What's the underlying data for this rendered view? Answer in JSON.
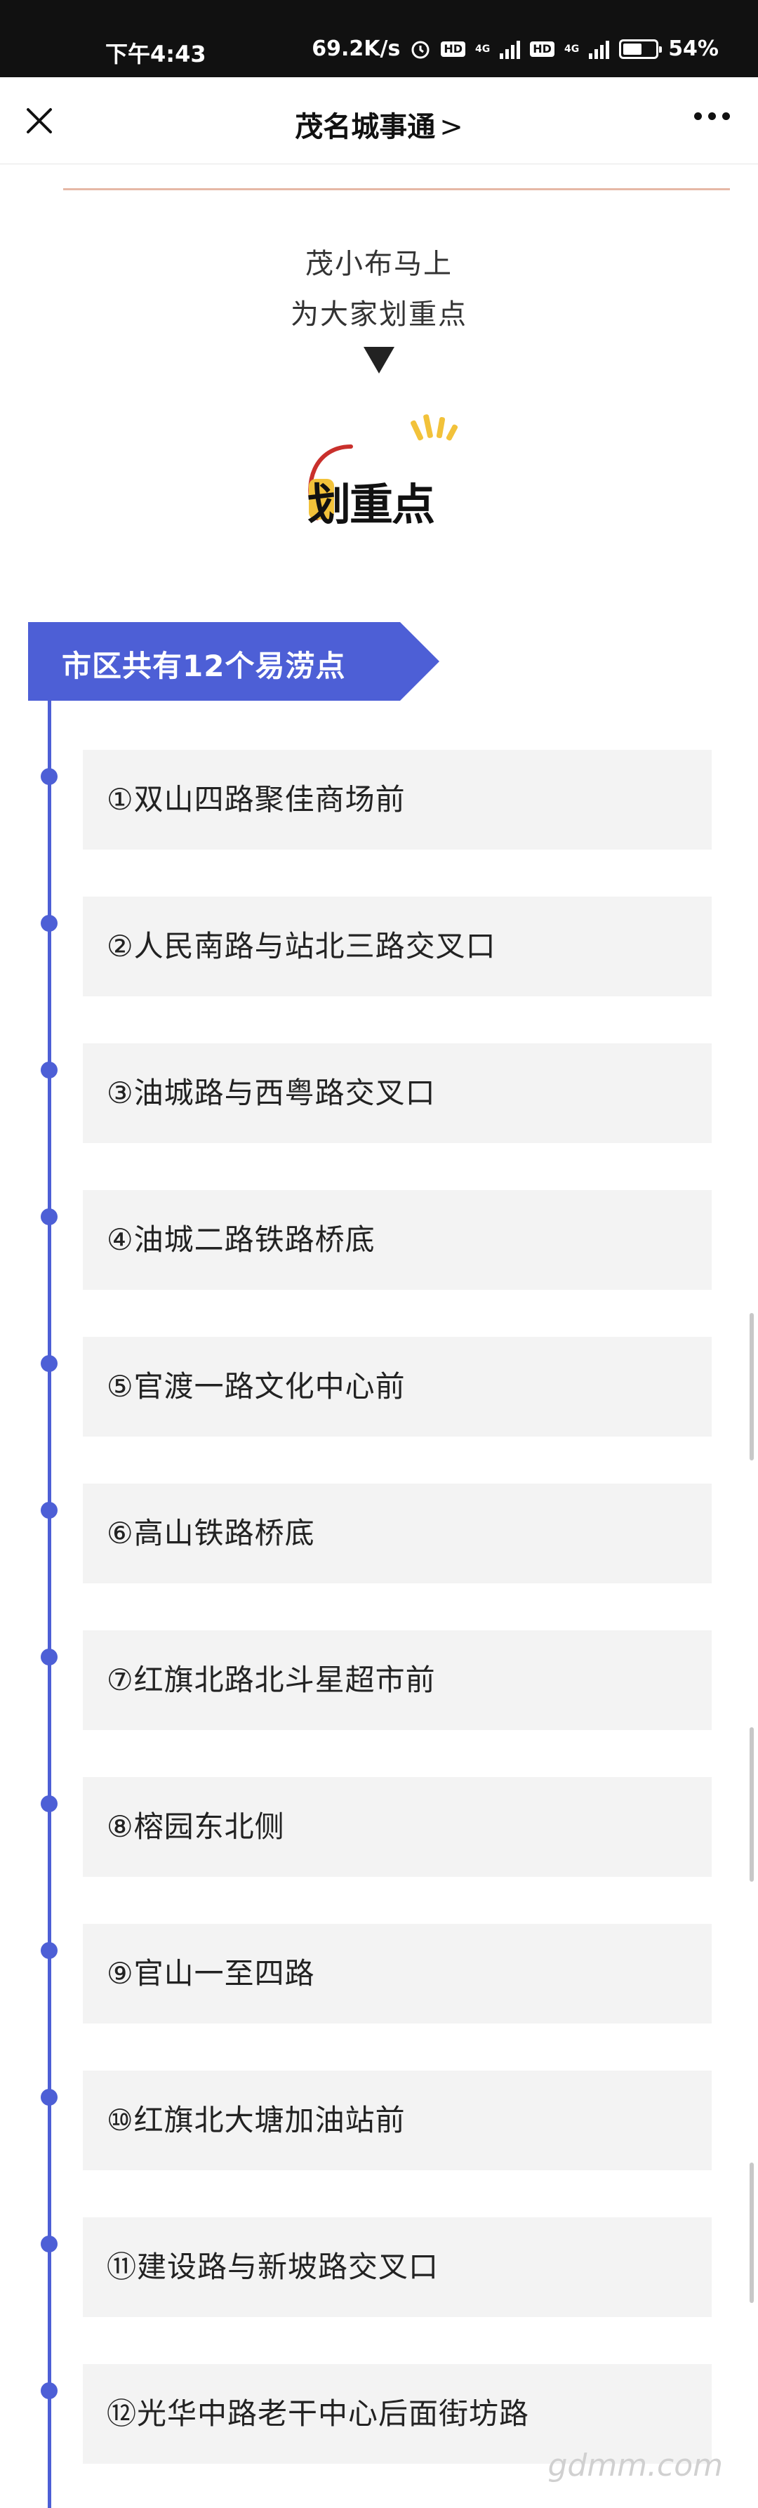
{
  "status_bar": {
    "time": "下午4:43",
    "net_speed": "69.2K/s",
    "network_1": "4G",
    "network_2": "4G",
    "hd_1": "HD",
    "hd_2": "HD",
    "battery": "54%"
  },
  "header": {
    "title": "茂名城事通",
    "title_chevron": ">",
    "close_icon": "close-icon",
    "more_icon": "more-icon"
  },
  "intro": {
    "line1": "茂小布马上",
    "line2": "为大家划重点",
    "stamp_text": "划重点"
  },
  "section": {
    "title": "市区共有12个易涝点",
    "accent_color": "#4d5fd6"
  },
  "locations": [
    {
      "label": "①双山四路聚佳商场前"
    },
    {
      "label": "②人民南路与站北三路交叉口"
    },
    {
      "label": "③油城路与西粤路交叉口"
    },
    {
      "label": "④油城二路铁路桥底"
    },
    {
      "label": "⑤官渡一路文化中心前"
    },
    {
      "label": "⑥高山铁路桥底"
    },
    {
      "label": "⑦红旗北路北斗星超市前"
    },
    {
      "label": "⑧榕园东北侧"
    },
    {
      "label": "⑨官山一至四路"
    },
    {
      "label": "⑩红旗北大塘加油站前"
    },
    {
      "label": "⑪建设路与新坡路交叉口"
    },
    {
      "label": "⑫光华中路老干中心后面街坊路"
    }
  ],
  "watermark": "gdmm.com"
}
